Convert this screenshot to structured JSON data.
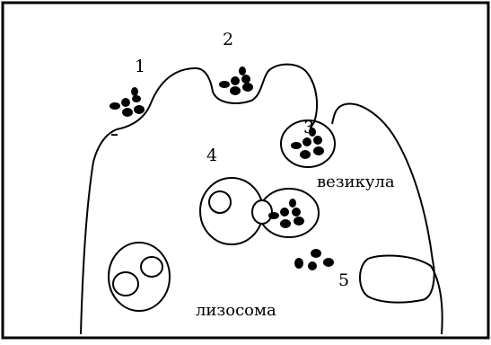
{
  "diagram": {
    "stage_labels": {
      "s1": "1",
      "s2": "2",
      "s3": "3",
      "s4": "4",
      "s5": "5"
    },
    "structure_labels": {
      "vesicle": "везикула",
      "lysosome": "лизосома"
    },
    "colors": {
      "stroke": "#000000",
      "particle": "#000000",
      "background": "#ffffff"
    }
  }
}
